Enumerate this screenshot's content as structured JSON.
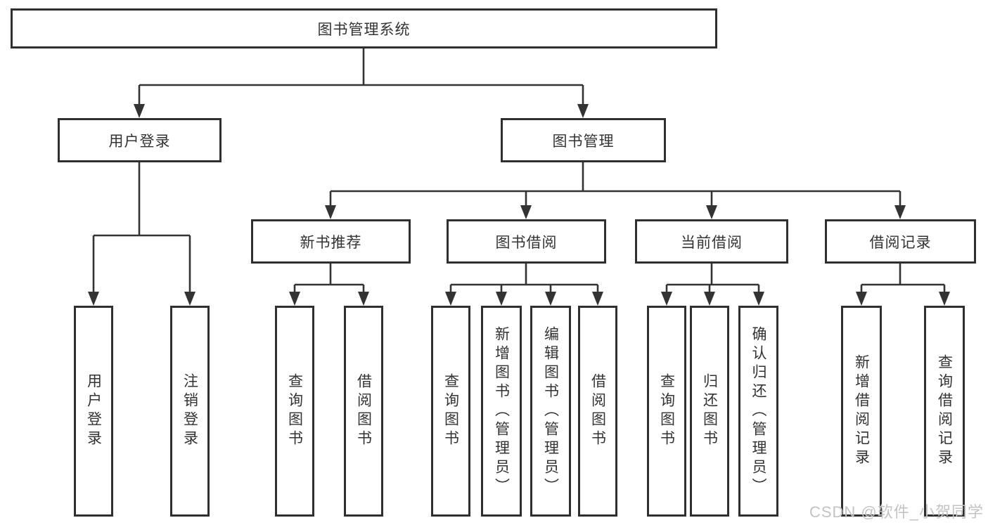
{
  "nodes": {
    "root": "图书管理系统",
    "user_login": "用户登录",
    "book_manage": "图书管理",
    "new_book_recommend": "新书推荐",
    "book_borrow": "图书借阅",
    "current_borrow": "当前借阅",
    "borrow_records": "借阅记录",
    "leaf_user_login": "用户登录",
    "leaf_logout": "注销登录",
    "leaf_rec_query_books": "查询图书",
    "leaf_rec_borrow_books": "借阅图书",
    "leaf_bor_query_books": "查询图书",
    "leaf_bor_add_books": "新增图书（管理员）",
    "leaf_bor_edit_books": "编辑图书（管理员）",
    "leaf_bor_borrow_books": "借阅图书",
    "leaf_cur_query_books": "查询图书",
    "leaf_cur_return_books": "归还图书",
    "leaf_cur_confirm_return": "确认归还（管理员）",
    "leaf_rcd_add_record": "新增借阅记录",
    "leaf_rcd_query_record": "查询借阅记录"
  },
  "watermark": {
    "text": "CSDN @软件_小贺同学"
  },
  "colors": {
    "line": "#333333",
    "box_border": "#2f2f2f",
    "text": "#333333",
    "watermark": "#c3c3c3",
    "background": "#ffffff"
  }
}
